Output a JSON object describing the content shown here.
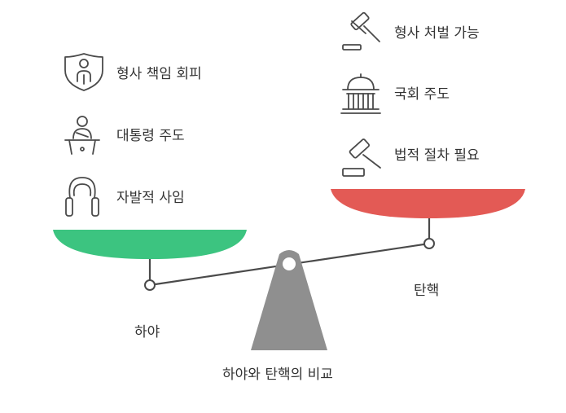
{
  "title": "하야와 탄핵의 비교",
  "left": {
    "label": "하야",
    "color": "#3cc480",
    "items": [
      {
        "text": "형사 책임 회피",
        "icon": "shield-person-icon"
      },
      {
        "text": "대통령 주도",
        "icon": "podium-speaker-icon"
      },
      {
        "text": "자발적 사임",
        "icon": "jump-rope-icon"
      }
    ]
  },
  "right": {
    "label": "탄핵",
    "color": "#e35a55",
    "items": [
      {
        "text": "형사 처벌 가능",
        "icon": "gavel-icon"
      },
      {
        "text": "국회 주도",
        "icon": "capitol-building-icon"
      },
      {
        "text": "법적 절차 필요",
        "icon": "gavel-block-icon"
      }
    ]
  },
  "fulcrum_color": "#8f8f8f"
}
